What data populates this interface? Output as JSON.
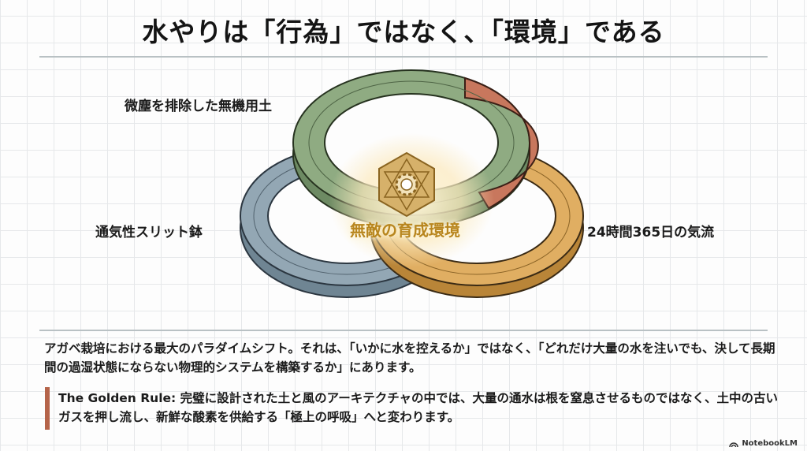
{
  "header": {
    "title": "水やりは「行為」ではなく、「環境」である"
  },
  "diagram": {
    "center_label": "無敵の育成環境",
    "center_icon": "gear-hexagram-emblem-icon",
    "rings": [
      {
        "label": "微塵を排除した無機用土",
        "color": "#8aa57e",
        "accent": "#c8775d"
      },
      {
        "label": "通気性スリット鉢",
        "color": "#8fa3b0"
      },
      {
        "label": "24時間365日の気流",
        "color": "#d9a75a"
      }
    ],
    "colors": {
      "green": "#8aa57e",
      "terracotta": "#c8775d",
      "blue_gray": "#8fa3b0",
      "gold": "#d9a75a",
      "emblem_gold": "#b8861e"
    }
  },
  "body": {
    "paragraph": "アガベ栽培における最大のパラダイムシフト。それは、「いかに水を控えるか」ではなく、「どれだけ大量の水を注いでも、決して長期間の過湿状態にならない物理的システムを構築するか」にあります。",
    "rule": "The Golden Rule: 完璧に設計された土と風のアーキテクチャの中では、大量の通水は根を窒息させるものではなく、土中の古いガスを押し流し、新鮮な酸素を供給する「極上の呼吸」へと変わります。",
    "rule_accent_color": "#b5644a"
  },
  "footer": {
    "brand": "NotebookLM"
  }
}
